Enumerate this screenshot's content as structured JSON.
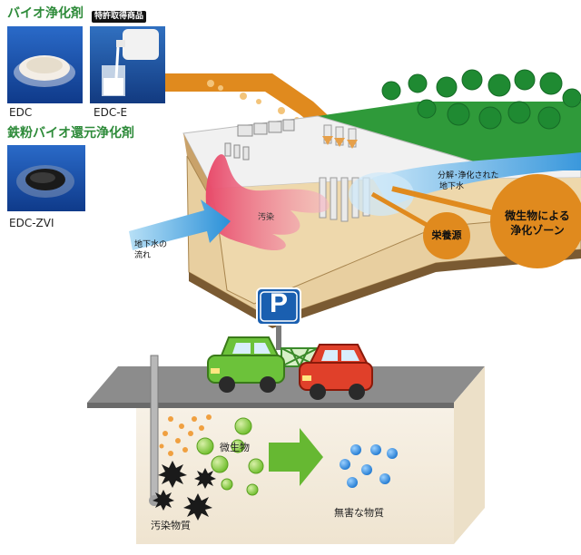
{
  "products": {
    "bio_header": "バイオ浄化剤",
    "patent_badge": "特許取得商品",
    "edc_label": "EDC",
    "edce_label": "EDC-E",
    "iron_header": "鉄粉バイオ還元浄化剤",
    "edczvi_label": "EDC-ZVI"
  },
  "site": {
    "pollution_label": "汚染",
    "groundwater_flow_line1": "地下水の",
    "groundwater_flow_line2": "流れ",
    "purified_line1": "分解･浄化された",
    "purified_line2": "地下水",
    "nutrient_label": "栄養源",
    "zone_line1": "微生物による",
    "zone_line2": "浄化ゾーン"
  },
  "parking": {
    "sign_letter": "P"
  },
  "underground": {
    "microbe_label": "微生物",
    "pollutant_label": "汚染物質",
    "harmless_label": "無害な物質"
  },
  "colors": {
    "header_green": "#2e8b3a",
    "nutrient_orange": "#e08a1e",
    "water_blue": "#3aa0e0",
    "pollution_pink": "#e86080",
    "grass_green": "#2f9a3a",
    "soil_tan": "#e8cfa0",
    "car_green": "#6cc23a",
    "car_red": "#e0402a",
    "microbe_green": "#7cc832",
    "harmless_blue": "#2e8be0",
    "arrow_green": "#66b832"
  }
}
